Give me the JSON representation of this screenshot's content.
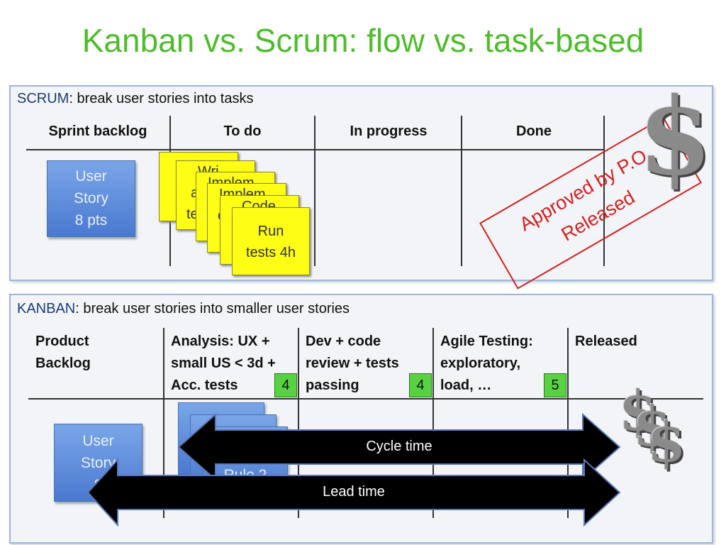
{
  "title": "Kanban vs. Scrum: flow vs. task-based",
  "scrum": {
    "caption_kw": "SCRUM",
    "caption_rest": ": break user stories into tasks",
    "columns": [
      "Sprint backlog",
      "To do",
      "In progress",
      "Done"
    ],
    "story": {
      "line1": "User",
      "line2": "Story",
      "line3": "8 pts"
    },
    "tasks": [
      "Wri",
      "a",
      "te",
      "Implem",
      "e",
      "Implem",
      "e",
      "Code",
      "Run",
      "tests 4h"
    ],
    "stamp": {
      "line1": "Approved by P.O",
      "line2": "Released"
    },
    "dollar_symbol": "$"
  },
  "kanban": {
    "caption_kw": "KANBAN",
    "caption_rest": ": break user stories into smaller user stories",
    "columns": [
      {
        "lines": [
          "Product",
          "Backlog"
        ]
      },
      {
        "lines": [
          "Analysis:  UX +",
          "small US < 3d +",
          "Acc. tests"
        ],
        "wip": "4"
      },
      {
        "lines": [
          "Dev + code",
          "review + tests",
          "passing"
        ],
        "wip": "4"
      },
      {
        "lines": [
          "Agile Testing:",
          "exploratory,",
          "load, …"
        ],
        "wip": "5"
      },
      {
        "lines": [
          "Released"
        ]
      }
    ],
    "story": {
      "line1": "User",
      "line2": "Story",
      "line3": "8"
    },
    "sub_story_label": "Rule 2",
    "cycle_time": "Cycle time",
    "lead_time": "Lead time",
    "dollar_symbol": "$"
  },
  "colors": {
    "title": "#4ebd2c",
    "wip": "#58d243",
    "sticky": "#fdfd16",
    "stamp": "#d42020",
    "story": "#5b87db"
  }
}
